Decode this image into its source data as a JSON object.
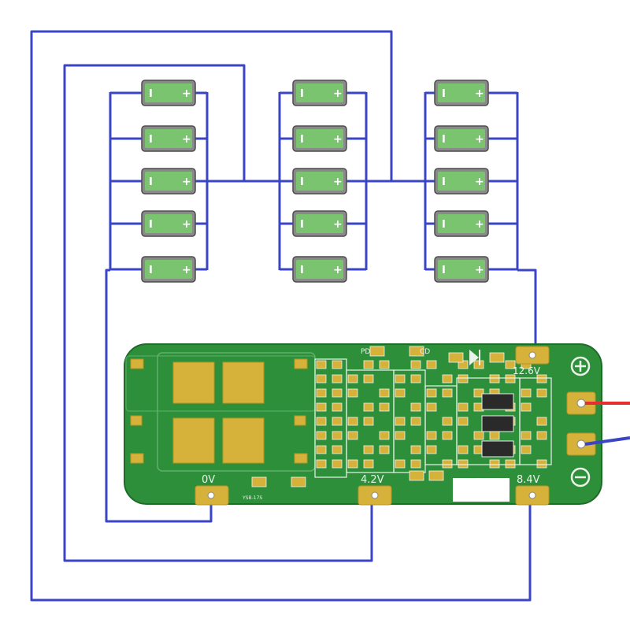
{
  "colors": {
    "wire": "#3a45c6",
    "pcb": "#2e8f3a",
    "pcb_edge": "#1f6b28",
    "silk": "#e9f3e9",
    "gold": "#d6b23a",
    "gold_dark": "#b8931f",
    "cell_fill": "#7bc46f",
    "cell_edge": "#4c4c4c",
    "pos_wire": "#e23030",
    "neg_wire": "#3a45c6"
  },
  "cells": {
    "neg_symbol": "I",
    "pos_symbol": "+"
  },
  "board": {
    "label_0v": "0V",
    "label_4v2": "4.2V",
    "label_8v4": "8.4V",
    "label_12v6": "12.6V",
    "label_pd": "PD",
    "label_cd": "CD",
    "part_code": "YSB-17S",
    "plus_symbol": "⊕",
    "minus_symbol": "⊖",
    "diode_symbol": "diode-symbol"
  }
}
